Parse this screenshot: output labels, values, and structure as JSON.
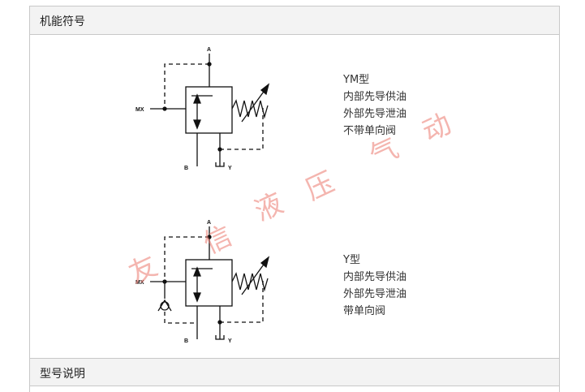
{
  "sections": {
    "function_symbol": "机能符号",
    "model_description": "型号说明"
  },
  "diagram_labels": {
    "A": "A",
    "B": "B",
    "Y": "Y",
    "MX": "MX"
  },
  "variants": [
    {
      "title": "YM型",
      "lines": [
        "内部先导供油",
        "外部先导泄油",
        "不带单向阀"
      ]
    },
    {
      "title": "Y型",
      "lines": [
        "内部先导供油",
        "外部先导泄油",
        "带单向阀"
      ]
    }
  ],
  "watermark": [
    "友",
    "信",
    "液",
    "压",
    "气",
    "动"
  ]
}
